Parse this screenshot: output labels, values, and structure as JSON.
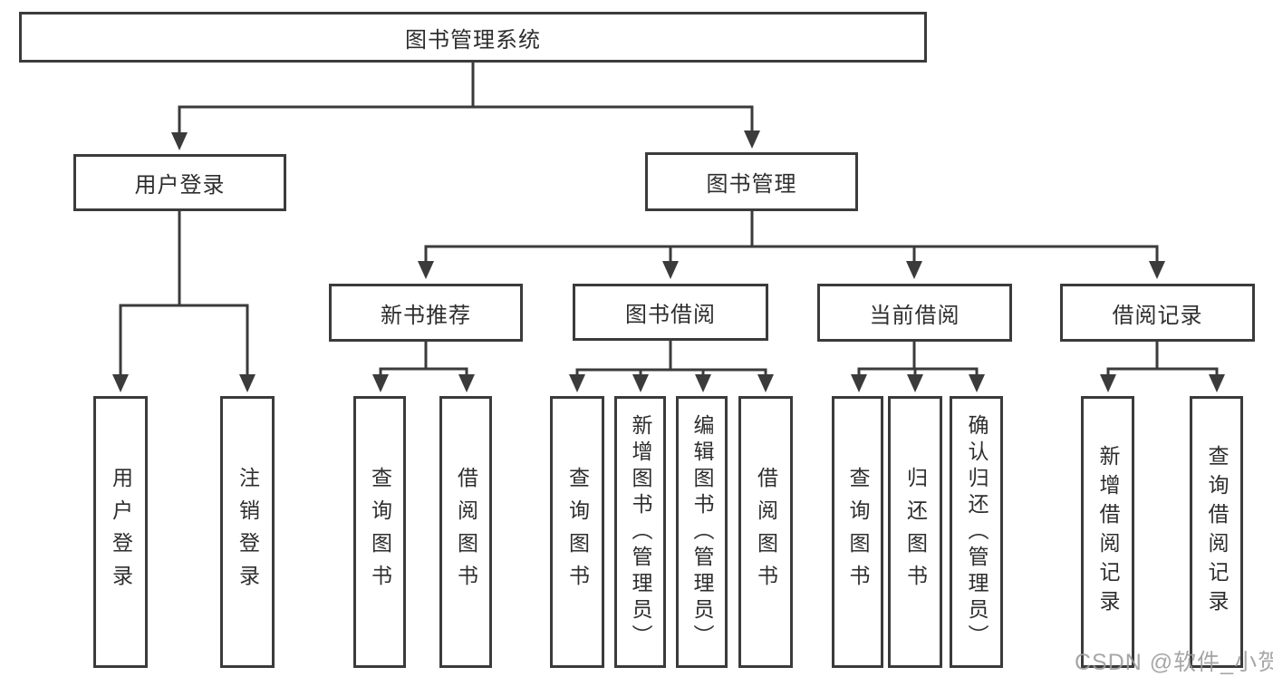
{
  "diagram": {
    "root": {
      "label": "图书管理系统"
    },
    "branches": [
      {
        "label": "用户登录",
        "children": [
          {
            "label": "用户登录"
          },
          {
            "label": "注销登录"
          }
        ]
      },
      {
        "label": "图书管理",
        "children": [
          {
            "label": "新书推荐",
            "children": [
              {
                "label": "查询图书"
              },
              {
                "label": "借阅图书"
              }
            ]
          },
          {
            "label": "图书借阅",
            "children": [
              {
                "label": "查询图书"
              },
              {
                "label": "新增图书（管理员）"
              },
              {
                "label": "编辑图书（管理员）"
              },
              {
                "label": "借阅图书"
              }
            ]
          },
          {
            "label": "当前借阅",
            "children": [
              {
                "label": "查询图书"
              },
              {
                "label": "归还图书"
              },
              {
                "label": "确认归还（管理员）"
              }
            ]
          },
          {
            "label": "借阅记录",
            "children": [
              {
                "label": "新增借阅记录"
              },
              {
                "label": "查询借阅记录"
              }
            ]
          }
        ]
      }
    ]
  },
  "watermark": {
    "text": "CSDN @软件_小贺同学"
  },
  "colors": {
    "line": "#3b3b3b",
    "text": "#2e2e2e",
    "box_background": "#ffffff",
    "watermark": "#9b9b9b",
    "background": "#ffffff"
  }
}
